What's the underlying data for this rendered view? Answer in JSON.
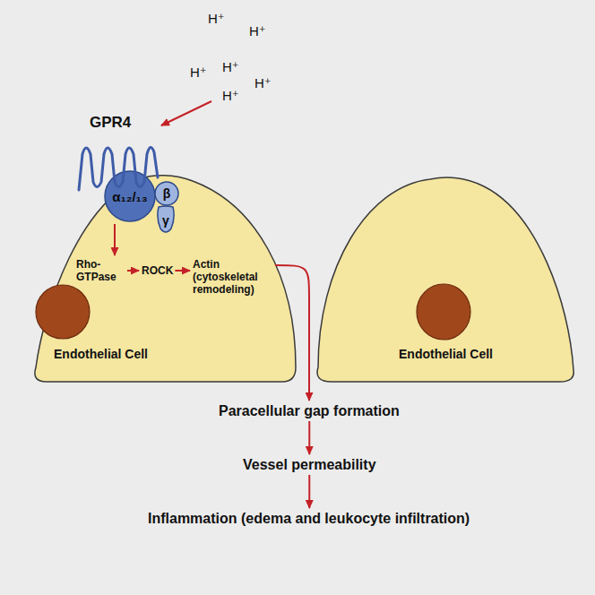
{
  "diagram": {
    "nodes": [
      {
        "text": [
          "Endothelial Cell"
        ]
      },
      {
        "text": [
          "Endothelial Cell"
        ]
      },
      {
        "text": [
          "α₁₂/₁₃"
        ],
        "in": 0
      },
      {
        "text": [
          "β"
        ],
        "in": 0
      },
      {
        "text": [
          "γ"
        ],
        "in": 0
      },
      {
        "text": [
          "Rho-GTPase"
        ],
        "in": 0
      },
      {
        "text": [
          "ROCK"
        ],
        "in": 0
      },
      {
        "text": [
          "Actin (cytoskeletal remodeling)"
        ],
        "in": 0
      },
      {
        "text": [
          "Paracellular gap formation"
        ]
      },
      {
        "text": [
          "Vessel permeability"
        ]
      },
      {
        "text": [
          "Inflammation (edema and leukocyte infiltration)"
        ]
      }
    ],
    "edges": [
      {
        "from": 2,
        "to": 5,
        "arrow": "to"
      },
      {
        "from": 5,
        "to": 6,
        "arrow": "to"
      },
      {
        "from": 6,
        "to": 7,
        "arrow": "to"
      },
      {
        "from": 7,
        "to": 8,
        "arrow": "to"
      },
      {
        "from": 8,
        "to": 9,
        "arrow": "to"
      },
      {
        "from": 9,
        "to": 10,
        "arrow": "to"
      }
    ],
    "labels": [
      "H⁺",
      "H⁺",
      "H⁺",
      "H⁺",
      "H⁺",
      "H⁺",
      "GPR4"
    ]
  }
}
